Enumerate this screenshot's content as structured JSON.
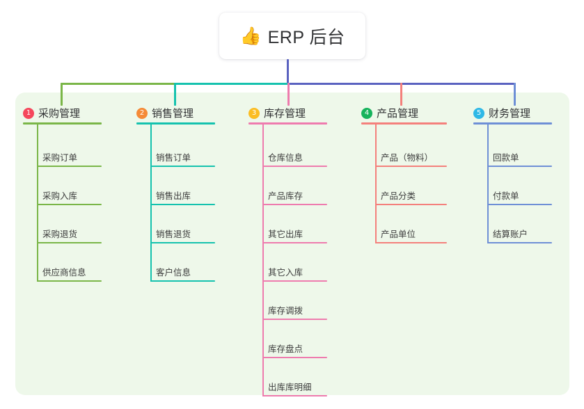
{
  "root": {
    "emoji": "👍",
    "emoji_name": "thumbs-up-icon",
    "title": "ERP 后台"
  },
  "colors": {
    "panel_bg": "#eef8ea",
    "root_connector": "#5a62c0",
    "col1": "#7ab648",
    "col2": "#15c2ae",
    "col3": "#ee7bae",
    "col4": "#f4807c",
    "col5": "#6e8fd6",
    "badge1": "#f5475c",
    "badge2": "#f58a37",
    "badge3": "#fbbd23",
    "badge4": "#16b35c",
    "badge5": "#2eb8e6"
  },
  "columns": [
    {
      "index": "1",
      "title": "采购管理",
      "accent": "#7ab648",
      "badge_color": "#f5475c",
      "items": [
        "采购订单",
        "采购入库",
        "采购退货",
        "供应商信息"
      ]
    },
    {
      "index": "2",
      "title": "销售管理",
      "accent": "#15c2ae",
      "badge_color": "#f58a37",
      "items": [
        "销售订单",
        "销售出库",
        "销售退货",
        "客户信息"
      ]
    },
    {
      "index": "3",
      "title": "库存管理",
      "accent": "#ee7bae",
      "badge_color": "#fbbd23",
      "items": [
        "仓库信息",
        "产品库存",
        "其它出库",
        "其它入库",
        "库存调拨",
        "库存盘点",
        "出库库明细"
      ]
    },
    {
      "index": "4",
      "title": "产品管理",
      "accent": "#f4807c",
      "badge_color": "#16b35c",
      "items": [
        "产品（物料）",
        "产品分类",
        "产品单位"
      ]
    },
    {
      "index": "5",
      "title": "财务管理",
      "accent": "#6e8fd6",
      "badge_color": "#2eb8e6",
      "items": [
        "回款单",
        "付款单",
        "结算账户"
      ]
    }
  ]
}
